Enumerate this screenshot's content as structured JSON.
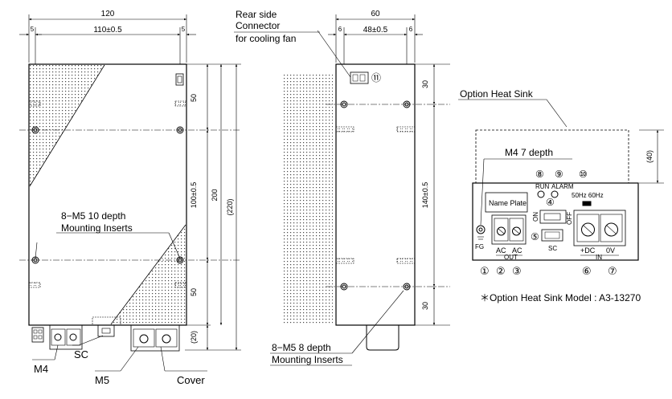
{
  "front_view": {
    "width_total": "120",
    "margin_left": "5",
    "width_inner": "110±0.5",
    "margin_right": "5",
    "dim_50_top": "50",
    "dim_100": "100±0.5",
    "dim_200": "200",
    "dim_220": "(220)",
    "dim_50_bottom": "50",
    "dim_20": "(20)",
    "inserts_label": "8−M5 10 depth",
    "inserts_sublabel": "Mounting Inserts",
    "label_m4": "M4",
    "label_sc": "SC",
    "label_m5": "M5",
    "label_cover": "Cover"
  },
  "side_view": {
    "connector_label_1": "Rear side",
    "connector_label_2": "Connector",
    "connector_label_3": "for cooling fan",
    "connector_num": "⑪",
    "width_total": "60",
    "margin_left": "6",
    "width_inner": "48±0.5",
    "margin_right": "6",
    "dim_30_top": "30",
    "dim_140": "140±0.5",
    "dim_30_bottom": "30",
    "inserts_label": "8−M5 8 depth",
    "inserts_sublabel": "Mounting Inserts"
  },
  "option": {
    "heat_sink_label": "Option Heat Sink",
    "dim_40": "(40)",
    "m4_label": "M4  7 depth",
    "num_8": "⑧",
    "num_9": "⑨",
    "num_10": "⑩",
    "run": "RUN",
    "alarm": "ALARM",
    "name_plate": "Name Plate",
    "num_4": "④",
    "hz": "50Hz 60Hz",
    "on": "ON",
    "off": "OFF",
    "num_5": "⑤",
    "sc": "SC",
    "fg": "FG",
    "ac1": "AC",
    "ac2": "AC",
    "out": "OUT",
    "dc_plus": "+DC",
    "dc_0v": "0V",
    "in": "IN",
    "num_1": "①",
    "num_2": "②",
    "num_3": "③",
    "num_6": "⑥",
    "num_7": "⑦",
    "model_note": "＊Option Heat Sink Model : A3-13270"
  }
}
